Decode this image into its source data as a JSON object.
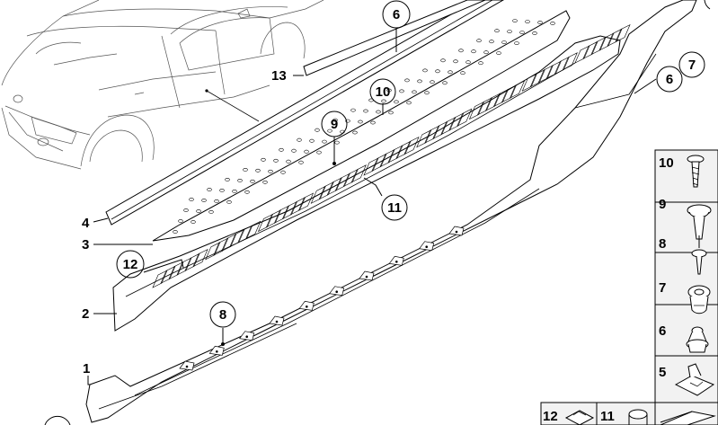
{
  "callouts": {
    "c1": "1",
    "c2": "2",
    "c3": "3",
    "c4": "4",
    "c6a": "6",
    "c6b": "6",
    "c7": "7",
    "c8": "8",
    "c9": "9",
    "c10": "10",
    "c11": "11",
    "c12": "12",
    "c13": "13"
  },
  "sidebar": {
    "items": [
      "10",
      "9",
      "8",
      "7",
      "6",
      "5"
    ],
    "bottom": [
      "12",
      "11"
    ]
  },
  "colors": {
    "line": "#000000",
    "sidebar_bg": "#f2f2f2",
    "car": "#555555"
  }
}
